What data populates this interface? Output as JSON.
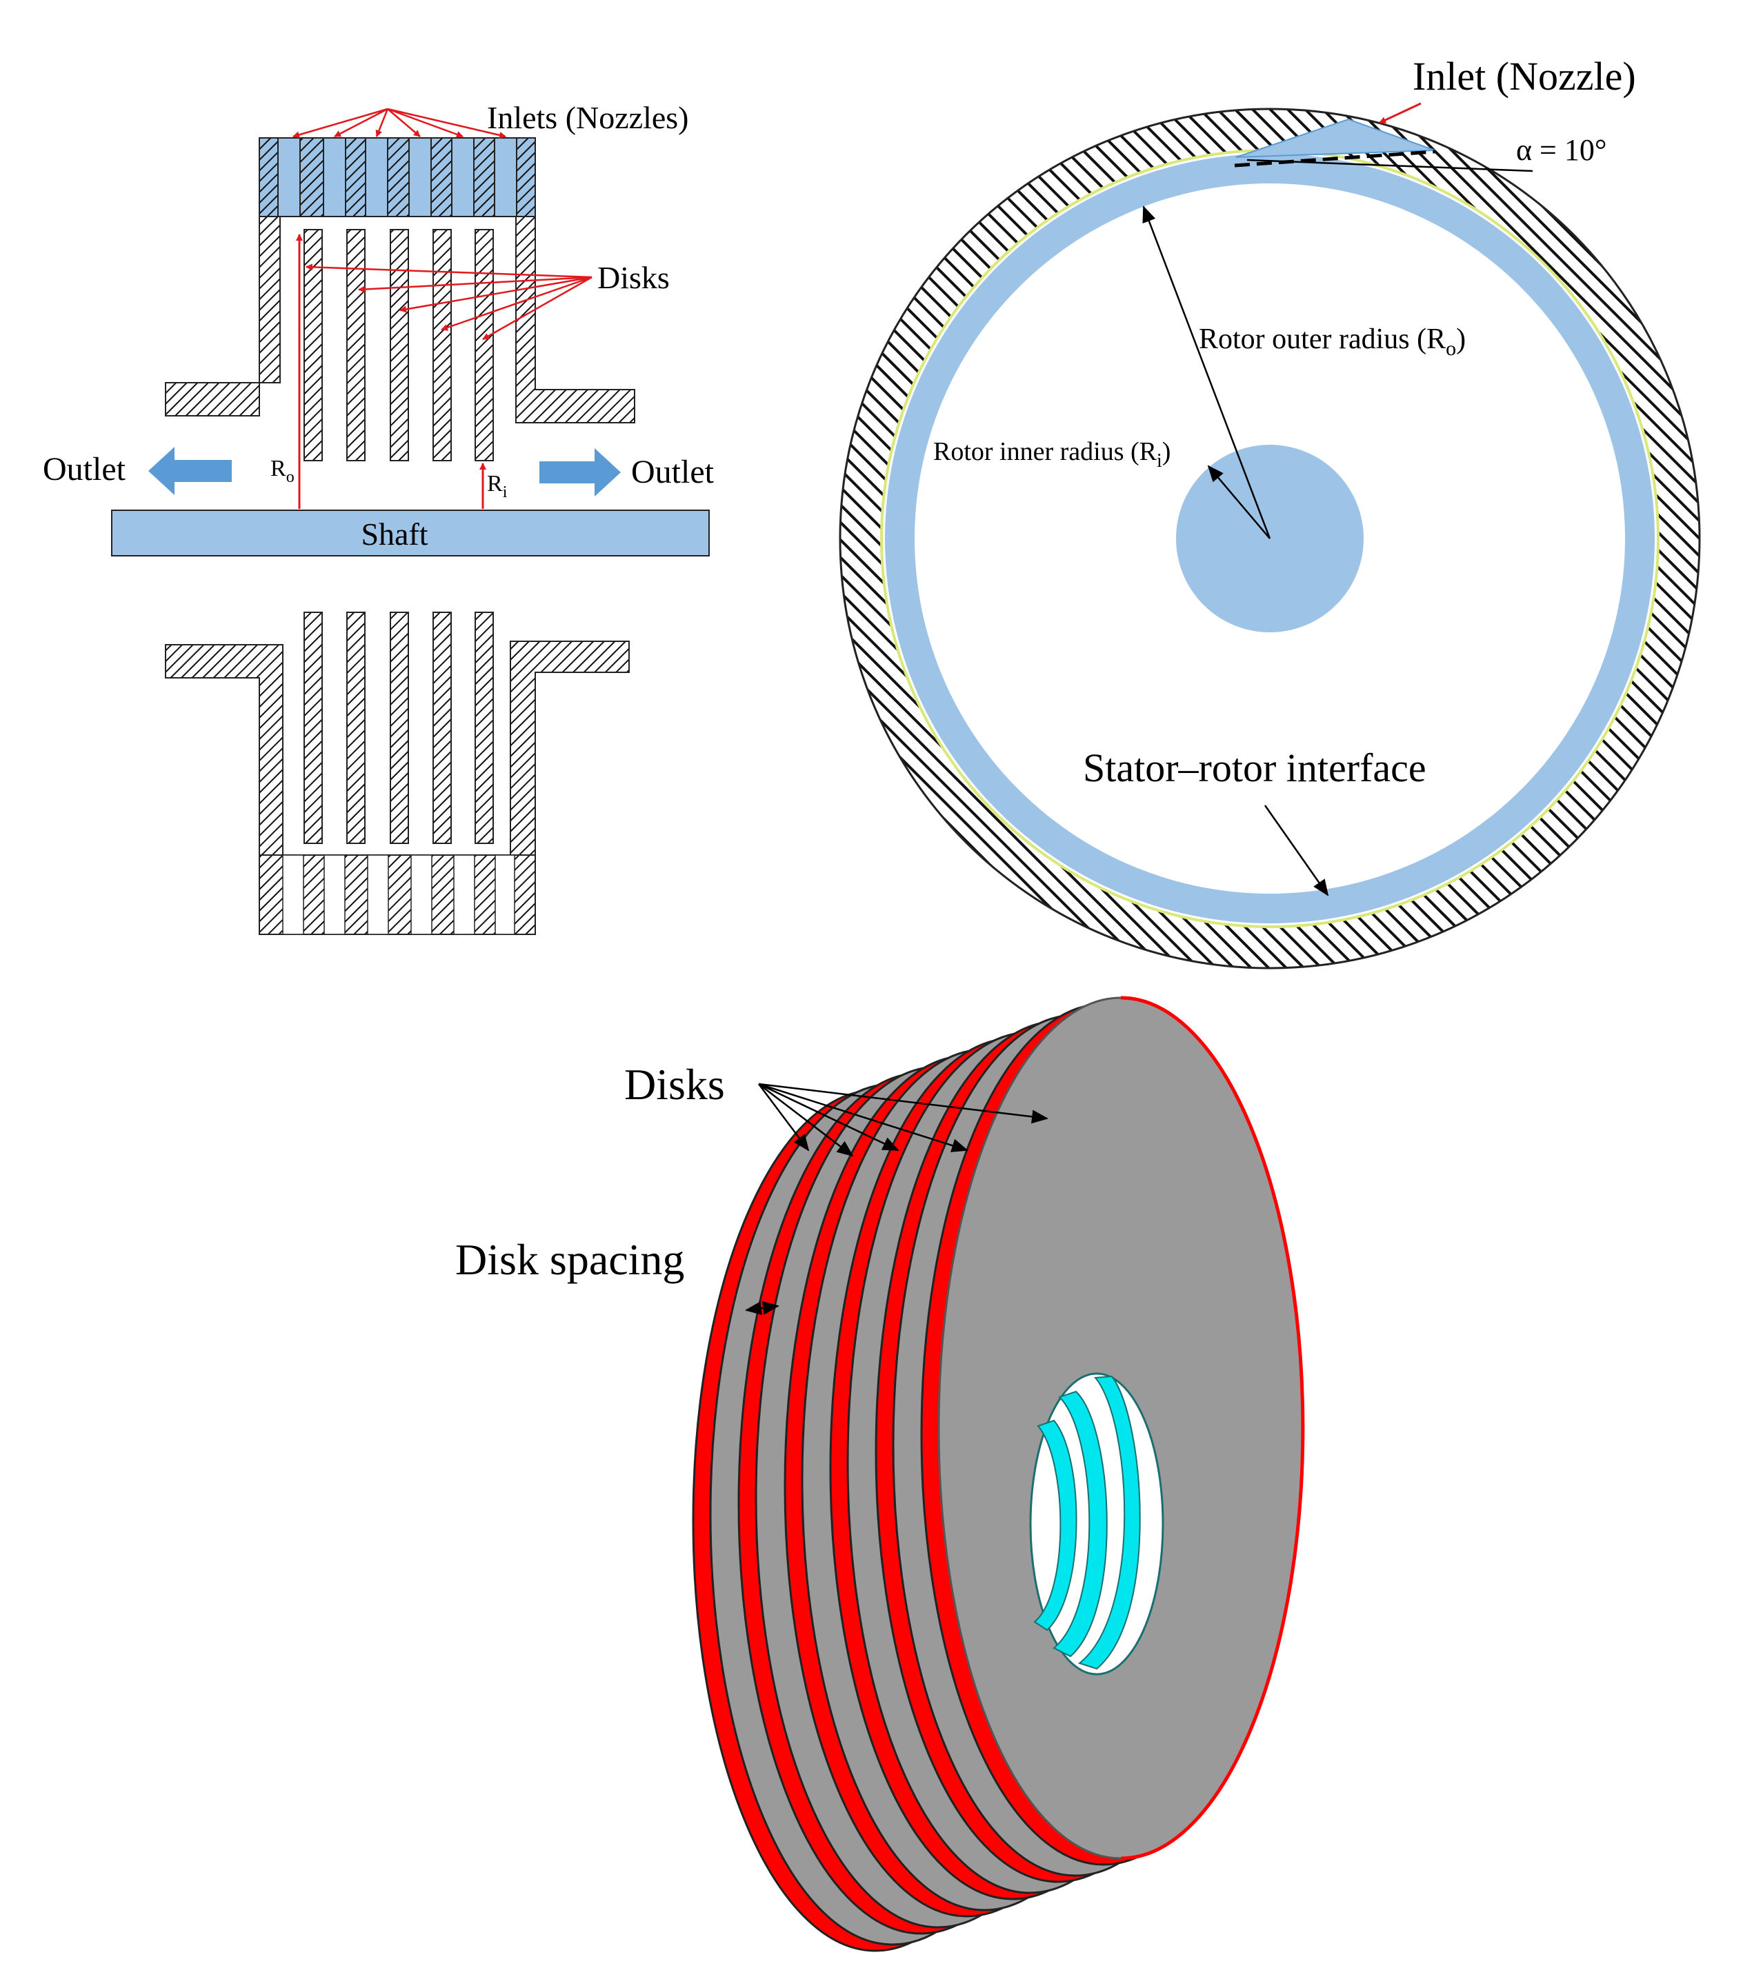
{
  "section_view": {
    "inlets_label": "Inlets (Nozzles)",
    "disks_label": "Disks",
    "outlet_left_label": "Outlet",
    "outlet_right_label": "Outlet",
    "shaft_label": "Shaft",
    "ro_symbol": "R",
    "ro_subscript": "o",
    "ri_symbol": "R",
    "ri_subscript": "i"
  },
  "front_view": {
    "inlet_label": "Inlet (Nozzle)",
    "angle_label": "α = 10°",
    "outer_radius_label": "Rotor outer radius (R",
    "outer_radius_sub": "o",
    "inner_radius_label": "Rotor inner  radius  (R",
    "inner_radius_sub": "i",
    "close_paren": ")",
    "interface_label": "Stator–rotor interface"
  },
  "iso_view": {
    "disks_label": "Disks",
    "spacing_label": "Disk spacing"
  },
  "colors": {
    "fluid_blue": "#9dc3e6",
    "arrow_blue": "#5b9bd5",
    "annotation_red": "#e0191e",
    "disk_red": "#ff0000",
    "disk_gray": "#9a9a9a",
    "hub_cyan": "#00e5ee",
    "interface_line": "#d9e87a"
  }
}
